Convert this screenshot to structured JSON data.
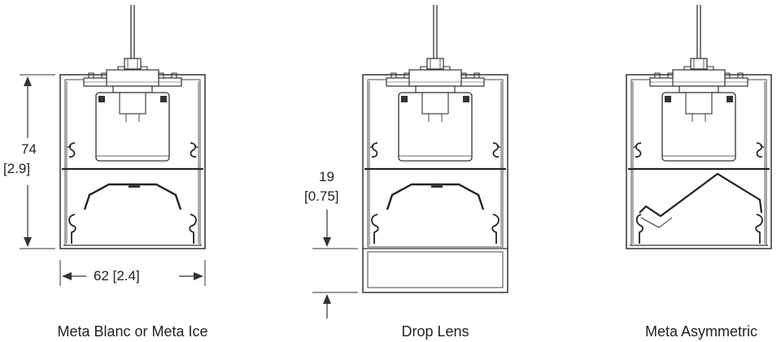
{
  "figures": [
    {
      "caption": "Meta Blanc or Meta Ice",
      "dimensions": {
        "height": "74",
        "height_imperial": "[2.9]",
        "width": "62 [2.4]"
      }
    },
    {
      "caption": "Drop Lens",
      "dimensions": {
        "drop": "19",
        "drop_imperial": "[0.75]"
      }
    },
    {
      "caption": "Meta Asymmetric"
    }
  ]
}
